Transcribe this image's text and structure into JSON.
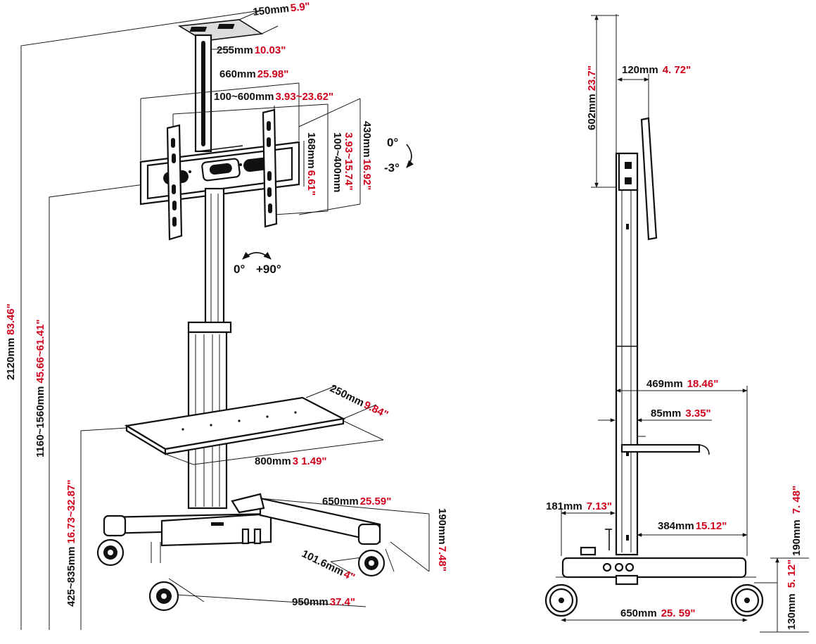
{
  "colors": {
    "ink": "#111111",
    "accent": "#d0021b",
    "background": "#ffffff"
  },
  "front_view": {
    "top_plate": {
      "metric": "150mm",
      "imperial": "5.9\""
    },
    "top_bracket": {
      "metric": "255mm",
      "imperial": "10.03\""
    },
    "bracket_width": {
      "metric": "660mm",
      "imperial": "25.98\""
    },
    "vesa_horizontal": {
      "metric": "100~600mm",
      "imperial": "3.93~23.62\""
    },
    "bracket_center": {
      "metric": "168mm",
      "imperial": "6.61\""
    },
    "vesa_vertical": {
      "metric": "100~400mm",
      "imperial": "3.93~15.74\""
    },
    "bracket_height": {
      "metric": "430mm",
      "imperial": "16.92\""
    },
    "tilt_angles": {
      "up": "0°",
      "down": "-3°"
    },
    "rotate_angles": {
      "start": "0°",
      "end": "+90°"
    },
    "total_height": {
      "metric": "2120mm",
      "imperial": "83.46\""
    },
    "mount_height": {
      "metric": "1160~1560mm",
      "imperial": "45.66~61.41\""
    },
    "shelf_height": {
      "metric": "425~835mm",
      "imperial": "16.73~32.87\""
    },
    "shelf_depth": {
      "metric": "250mm",
      "imperial": "9.84\""
    },
    "shelf_width": {
      "metric": "800mm",
      "imperial": "3 1.49\""
    },
    "base_depth": {
      "metric": "650mm",
      "imperial": "25.59\""
    },
    "base_height": {
      "metric": "190mm",
      "imperial": "7.48\""
    },
    "caster": {
      "metric": "101.6mm",
      "imperial": "4\""
    },
    "base_width": {
      "metric": "950mm",
      "imperial": "37.4\""
    }
  },
  "side_view": {
    "panel_height": {
      "metric": "602mm",
      "imperial": "23.7\""
    },
    "bracket_offset": {
      "metric": "120mm",
      "imperial": "4. 72\""
    },
    "shelf_depth": {
      "metric": "469mm",
      "imperial": "18.46\""
    },
    "shelf_offset": {
      "metric": "85mm",
      "imperial": "3.35\""
    },
    "rear_offset": {
      "metric": "181mm",
      "imperial": "7.13\""
    },
    "front_offset": {
      "metric": "384mm",
      "imperial": "15.12\""
    },
    "base_height": {
      "metric": "190mm",
      "imperial": "7. 48\""
    },
    "caster_height": {
      "metric": "130mm",
      "imperial": "5. 12\""
    },
    "base_depth": {
      "metric": "650mm",
      "imperial": "25. 59\""
    }
  }
}
